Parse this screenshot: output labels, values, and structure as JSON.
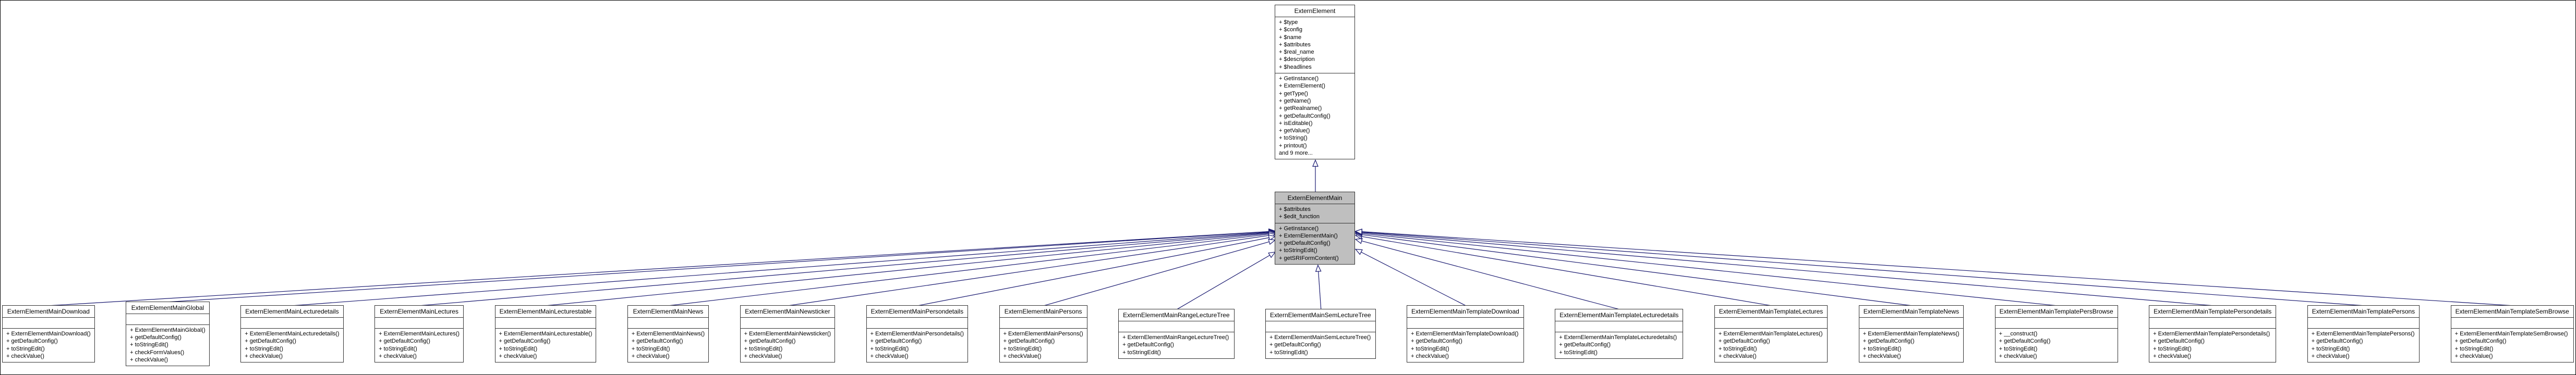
{
  "diagram": {
    "background": "#ffffff",
    "edge_color": "#191970",
    "node_border_color": "#333333",
    "node_fill": "#ffffff",
    "highlight_fill": "#bfbfbf"
  },
  "root_class": {
    "name": "ExternElement",
    "attributes": [
      "+ $type",
      "+ $config",
      "+ $name",
      "+ $attributes",
      "+ $real_name",
      "+ $description",
      "+ $headlines"
    ],
    "methods": [
      "+ GetInstance()",
      "+ ExternElement()",
      "+ getType()",
      "+ getName()",
      "+ getRealname()",
      "+ getDefaultConfig()",
      "+ isEditable()",
      "+ getValue()",
      "+ toString()",
      "+ printout()",
      "and 9 more..."
    ]
  },
  "main_class": {
    "name": "ExternElementMain",
    "attributes": [
      "+ $attributes",
      "+ $edit_function"
    ],
    "methods": [
      "+ GetInstance()",
      "+ ExternElementMain()",
      "+ getDefaultConfig()",
      "+ toStringEdit()",
      "+ getSRIFormContent()"
    ]
  },
  "derived_classes": [
    {
      "name": "ExternElementMainDownload",
      "attributes": [],
      "methods": [
        "+ ExternElementMainDownload()",
        "+ getDefaultConfig()",
        "+ toStringEdit()",
        "+ checkValue()"
      ]
    },
    {
      "name": "ExternElementMainGlobal",
      "attributes": [],
      "methods": [
        "+ ExternElementMainGlobal()",
        "+ getDefaultConfig()",
        "+ toStringEdit()",
        "+ checkFormValues()",
        "+ checkValue()"
      ]
    },
    {
      "name": "ExternElementMainLecturedetails",
      "attributes": [],
      "methods": [
        "+ ExternElementMainLecturedetails()",
        "+ getDefaultConfig()",
        "+ toStringEdit()",
        "+ checkValue()"
      ]
    },
    {
      "name": "ExternElementMainLectures",
      "attributes": [],
      "methods": [
        "+ ExternElementMainLectures()",
        "+ getDefaultConfig()",
        "+ toStringEdit()",
        "+ checkValue()"
      ]
    },
    {
      "name": "ExternElementMainLecturestable",
      "attributes": [],
      "methods": [
        "+ ExternElementMainLecturestable()",
        "+ getDefaultConfig()",
        "+ toStringEdit()",
        "+ checkValue()"
      ]
    },
    {
      "name": "ExternElementMainNews",
      "attributes": [],
      "methods": [
        "+ ExternElementMainNews()",
        "+ getDefaultConfig()",
        "+ toStringEdit()",
        "+ checkValue()"
      ]
    },
    {
      "name": "ExternElementMainNewsticker",
      "attributes": [],
      "methods": [
        "+ ExternElementMainNewsticker()",
        "+ getDefaultConfig()",
        "+ toStringEdit()",
        "+ checkValue()"
      ]
    },
    {
      "name": "ExternElementMainPersondetails",
      "attributes": [],
      "methods": [
        "+ ExternElementMainPersondetails()",
        "+ getDefaultConfig()",
        "+ toStringEdit()",
        "+ checkValue()"
      ]
    },
    {
      "name": "ExternElementMainPersons",
      "attributes": [],
      "methods": [
        "+ ExternElementMainPersons()",
        "+ getDefaultConfig()",
        "+ toStringEdit()",
        "+ checkValue()"
      ]
    },
    {
      "name": "ExternElementMainRangeLectureTree",
      "attributes": [],
      "methods": [
        "+ ExternElementMainRangeLectureTree()",
        "+ getDefaultConfig()",
        "+ toStringEdit()"
      ]
    },
    {
      "name": "ExternElementMainSemLectureTree",
      "attributes": [],
      "methods": [
        "+ ExternElementMainSemLectureTree()",
        "+ getDefaultConfig()",
        "+ toStringEdit()"
      ]
    },
    {
      "name": "ExternElementMainTemplateDownload",
      "attributes": [],
      "methods": [
        "+ ExternElementMainTemplateDownload()",
        "+ getDefaultConfig()",
        "+ toStringEdit()",
        "+ checkValue()"
      ]
    },
    {
      "name": "ExternElementMainTemplateLecturedetails",
      "attributes": [],
      "methods": [
        "+ ExternElementMainTemplateLecturedetails()",
        "+ getDefaultConfig()",
        "+ toStringEdit()"
      ]
    },
    {
      "name": "ExternElementMainTemplateLectures",
      "attributes": [],
      "methods": [
        "+ ExternElementMainTemplateLectures()",
        "+ getDefaultConfig()",
        "+ toStringEdit()",
        "+ checkValue()"
      ]
    },
    {
      "name": "ExternElementMainTemplateNews",
      "attributes": [],
      "methods": [
        "+ ExternElementMainTemplateNews()",
        "+ getDefaultConfig()",
        "+ toStringEdit()",
        "+ checkValue()"
      ]
    },
    {
      "name": "ExternElementMainTemplatePersBrowse",
      "attributes": [],
      "methods": [
        "+ __construct()",
        "+ getDefaultConfig()",
        "+ toStringEdit()",
        "+ checkValue()"
      ]
    },
    {
      "name": "ExternElementMainTemplatePersondetails",
      "attributes": [],
      "methods": [
        "+ ExternElementMainTemplatePersondetails()",
        "+ getDefaultConfig()",
        "+ toStringEdit()",
        "+ checkValue()"
      ]
    },
    {
      "name": "ExternElementMainTemplatePersons",
      "attributes": [],
      "methods": [
        "+ ExternElementMainTemplatePersons()",
        "+ getDefaultConfig()",
        "+ toStringEdit()",
        "+ checkValue()"
      ]
    },
    {
      "name": "ExternElementMainTemplateSemBrowse",
      "attributes": [],
      "methods": [
        "+ ExternElementMainTemplateSemBrowse()",
        "+ getDefaultConfig()",
        "+ toStringEdit()",
        "+ checkValue()"
      ]
    }
  ]
}
